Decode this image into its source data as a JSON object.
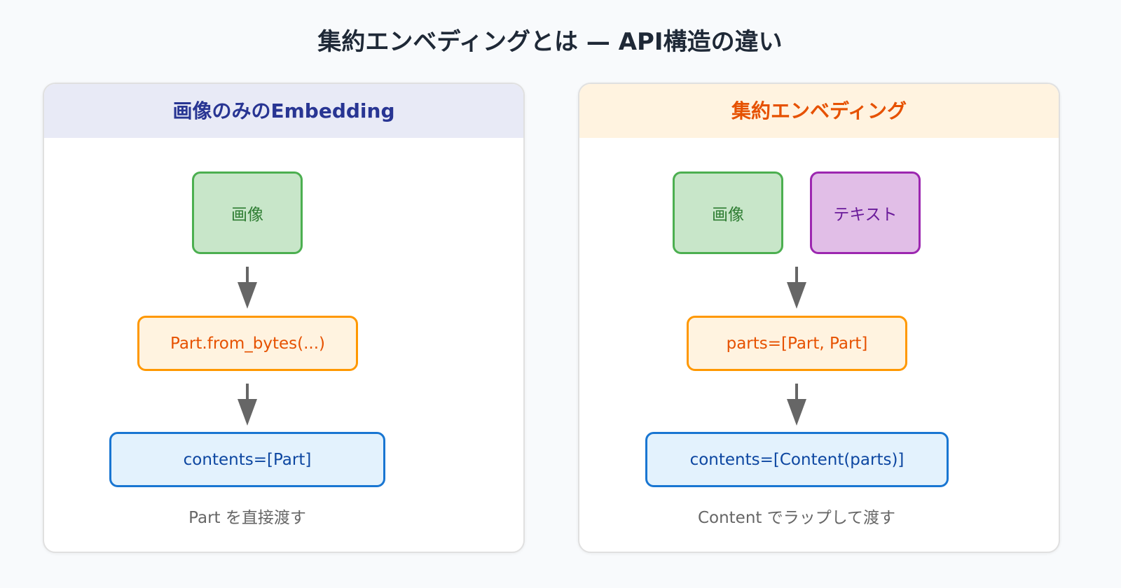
{
  "title": "集約エンベディングとは — API構造の違い",
  "left": {
    "header": "画像のみのEmbedding",
    "input_box": "画像",
    "middle_box": "Part.from_bytes(...)",
    "bottom_box": "contents=[Part]",
    "caption": "Part を直接渡す"
  },
  "right": {
    "header": "集約エンベディング",
    "input_boxes": [
      "画像",
      "テキスト"
    ],
    "middle_box": "parts=[Part, Part]",
    "bottom_box": "contents=[Content(parts)]",
    "caption": "Content でラップして渡す"
  },
  "colors": {
    "left_header_bg": "#e8eaf6",
    "left_header_text": "#283593",
    "right_header_bg": "#fff3e0",
    "right_header_text": "#e65100",
    "arrow": "#666666"
  }
}
